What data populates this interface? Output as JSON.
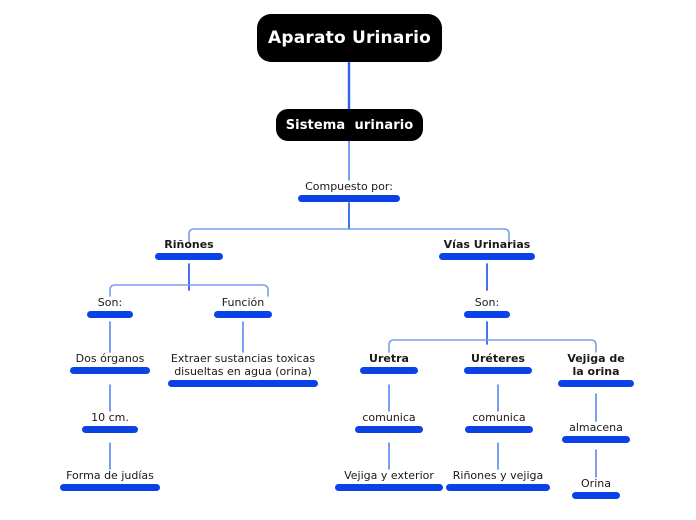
{
  "title": "Aparato Urinario",
  "colors": {
    "node_fill": "#000000",
    "node_text": "#ffffff",
    "bar": "#0a42e8",
    "link_stem": "#2b62f0",
    "link_branch": "#7a9dee",
    "background": "#ffffff",
    "text": "#1a1a1a"
  },
  "nodes": {
    "root": {
      "label": "Aparato Urinario"
    },
    "system": {
      "label": "Sistema  urinario"
    },
    "composed_of": {
      "label": "Compuesto por:"
    },
    "kidneys": {
      "label": "Riñones"
    },
    "urinary_tract": {
      "label": "Vías Urinarias"
    },
    "kidneys_are": {
      "label": "Son:"
    },
    "kidneys_function": {
      "label": "Función"
    },
    "two_organs": {
      "label": "Dos órganos"
    },
    "function_detail": {
      "label": "Extraer sustancias toxicas\ndisueltas en agua (orina)"
    },
    "ten_cm": {
      "label": "10 cm."
    },
    "bean_shape": {
      "label": "Forma de judías"
    },
    "tract_are": {
      "label": "Son:"
    },
    "urethra": {
      "label": "Uretra"
    },
    "ureters": {
      "label": "Uréteres"
    },
    "bladder": {
      "label": "Vejiga de\nla orina"
    },
    "urethra_verb": {
      "label": "comunica"
    },
    "ureters_verb": {
      "label": "comunica"
    },
    "bladder_verb": {
      "label": "almacena"
    },
    "urethra_target": {
      "label": "Vejiga y exterior"
    },
    "ureters_target": {
      "label": "Riñones y vejiga"
    },
    "bladder_target": {
      "label": "Orina"
    }
  }
}
